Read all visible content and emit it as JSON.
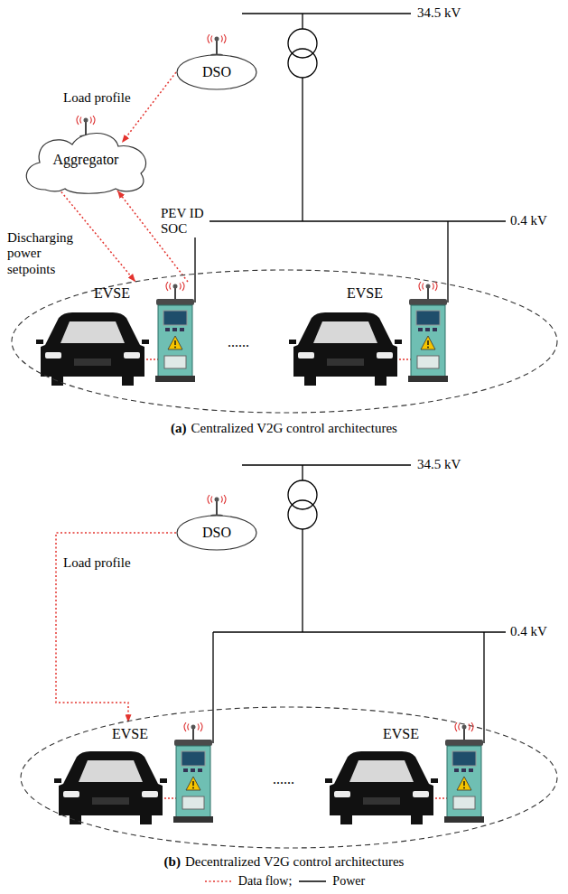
{
  "diagram": {
    "nodes": [
      {
        "text": [
          "DSO"
        ]
      },
      {
        "text": [
          "Aggregator"
        ]
      },
      {
        "text": [
          "......"
        ]
      },
      {
        "text": [
          "EVSE"
        ],
        "in": 2
      },
      {
        "text": [
          "EVSE"
        ],
        "in": 2
      },
      {
        "text": [
          "DSO"
        ]
      },
      {
        "text": [
          "......"
        ]
      },
      {
        "text": [
          "EVSE"
        ],
        "in": 6
      },
      {
        "text": [
          "EVSE"
        ],
        "in": 6
      }
    ],
    "edges": [
      {
        "from": 0,
        "to": 1,
        "arrow": "to",
        "label": "Load profile"
      },
      {
        "from": 1,
        "to": 3,
        "arrow": "to",
        "label": "Discharging power setpoints"
      },
      {
        "from": 3,
        "to": 1,
        "arrow": "to",
        "label": "PEV ID SOC"
      },
      {
        "from": 5,
        "to": 7,
        "arrow": "to",
        "label": "Load profile"
      }
    ],
    "labels": [
      "34.5 kV",
      "0.4 kV",
      "(a)",
      "Centralized V2G control architectures",
      "34.5 kV",
      "0.4 kV",
      "(b)",
      "Decentralized V2G control architectures"
    ],
    "legend": [
      {
        "text": "Data flow;"
      },
      {
        "text": "Power"
      }
    ]
  }
}
